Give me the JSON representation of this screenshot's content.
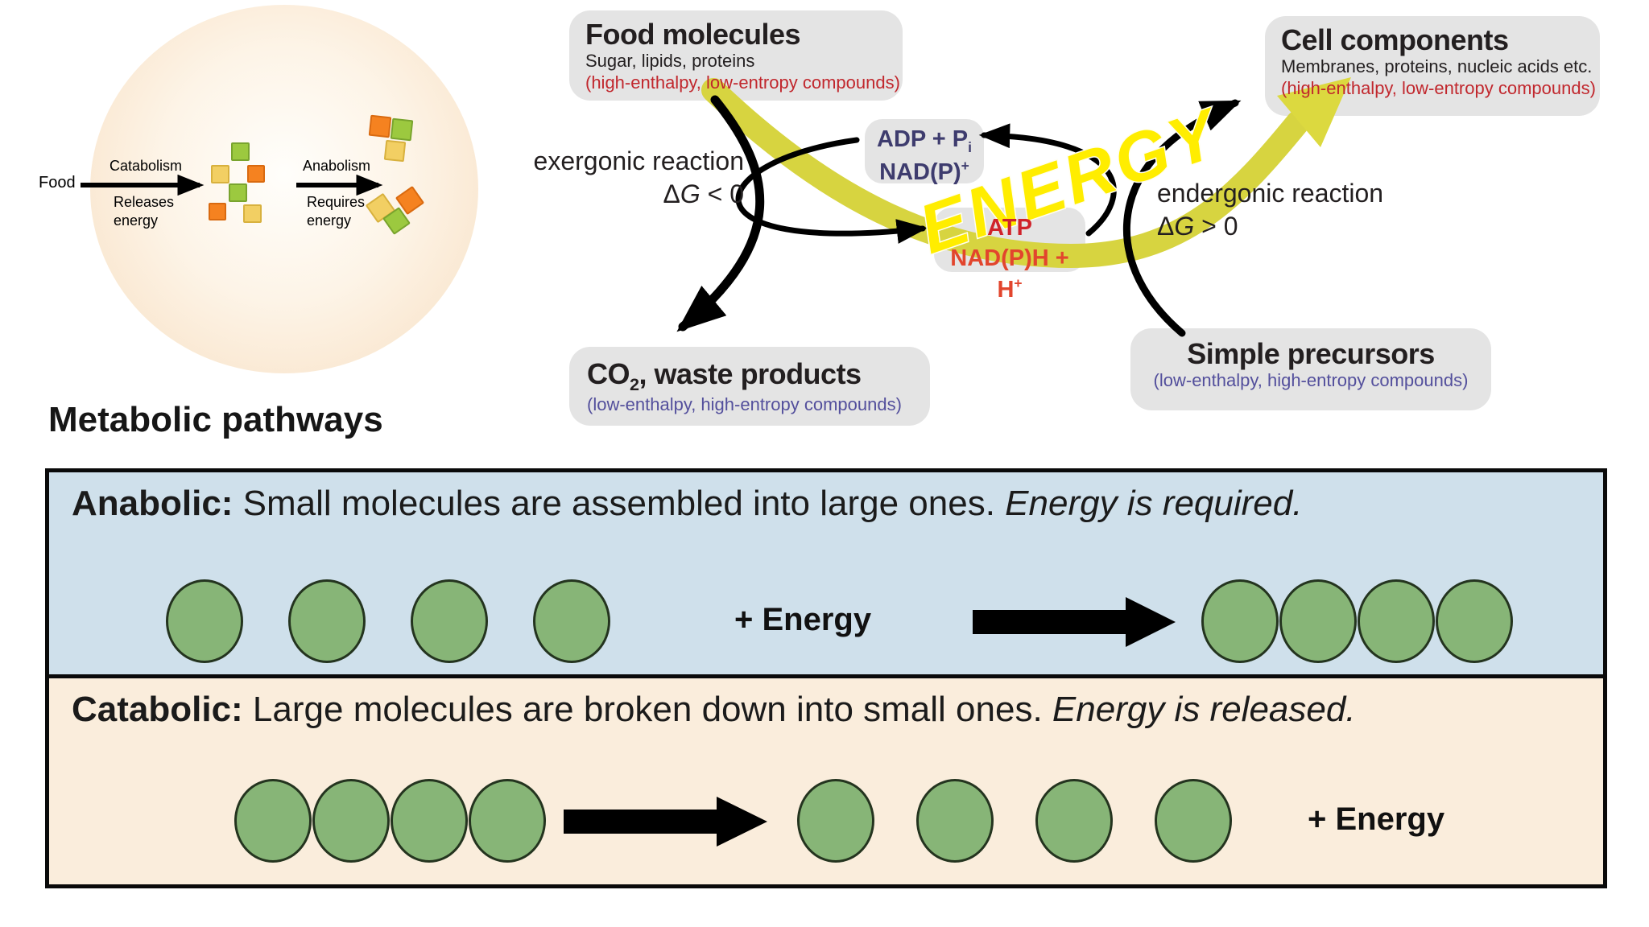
{
  "left_diagram": {
    "food_label": "Food",
    "catabolism": {
      "label": "Catabolism",
      "note": "Releases energy"
    },
    "anabolism": {
      "label": "Anabolism",
      "note": "Requires energy"
    },
    "title": "Metabolic pathways"
  },
  "energy_cycle": {
    "food_molecules": {
      "title": "Food molecules",
      "subtitle": "Sugar, lipids, proteins",
      "note": "(high-enthalpy, low-entropy compounds)"
    },
    "cell_components": {
      "title": "Cell components",
      "subtitle": "Membranes, proteins, nucleic acids etc.",
      "note": "(high-enthalpy, low-entropy compounds)"
    },
    "adp_box": {
      "line1_main": "ADP + P",
      "line1_sub": "i",
      "line2_main": "NAD(P)",
      "line2_sup": "+"
    },
    "atp_box": {
      "line1": "ATP",
      "line2_main": "NAD(P)H + H",
      "line2_sup": "+"
    },
    "co2_box": {
      "title_main": "CO",
      "title_sub": "2",
      "title_rest": ", waste products",
      "note": "(low-enthalpy, high-entropy compounds)"
    },
    "simple_precursors": {
      "title": "Simple precursors",
      "note": "(low-enthalpy, high-entropy compounds)"
    },
    "exergonic": {
      "label": "exergonic reaction",
      "delta": "Δ",
      "var": "G",
      "rest": " < 0"
    },
    "endergonic": {
      "label": "endergonic reaction",
      "delta": "Δ",
      "var": "G",
      "rest": " > 0"
    },
    "energy_band_label": "ENERGY"
  },
  "panels": {
    "anabolic": {
      "term": "Anabolic:",
      "text": " Small molecules are assembled into large ones. ",
      "italic": "Energy is required.",
      "energy_label": "+ Energy"
    },
    "catabolic": {
      "term": "Catabolic:",
      "text": " Large molecules are broken down into small ones. ",
      "italic": "Energy is released.",
      "energy_label": "+ Energy"
    }
  },
  "colors": {
    "panel_anabolic_bg": "#cfe0eb",
    "panel_catabolic_bg": "#faeddc",
    "molecule_green": "#87b577",
    "grey_box": "#e4e4e4",
    "red_text": "#c1272d",
    "navy_text": "#3e3c6e",
    "purple_text": "#534f9c",
    "energy_band_yellow": "#d7d440",
    "energy_word_yellow": "#ffed00",
    "square_green": "#9cc93f",
    "square_yellow": "#f2cf63",
    "square_orange": "#f58220"
  }
}
